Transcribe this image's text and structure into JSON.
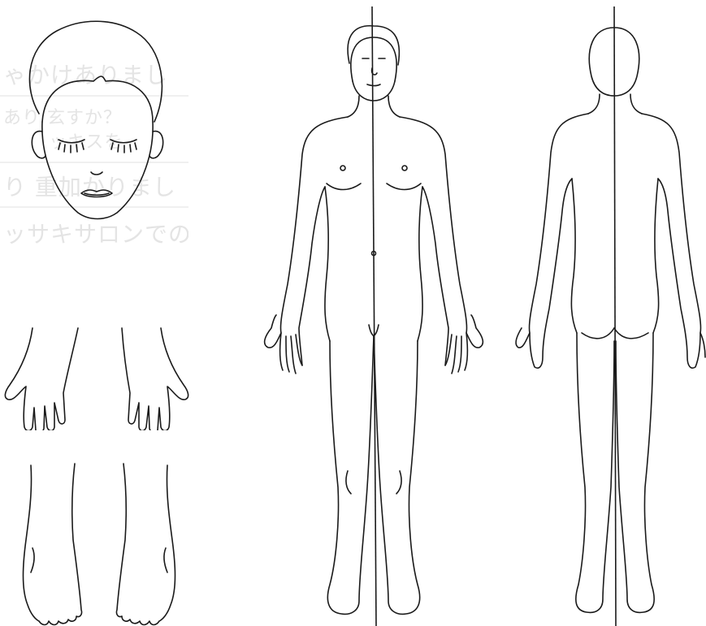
{
  "background_text": [
    "ゃかけありまし",
    "あり 玄すか？",
    "ッキスを",
    "り 重加かりまし",
    "ッサキサロンでの"
  ],
  "colors": {
    "line": "#1a1a1a",
    "background": "#ffffff",
    "ghost_text": "#e4e4e4"
  }
}
